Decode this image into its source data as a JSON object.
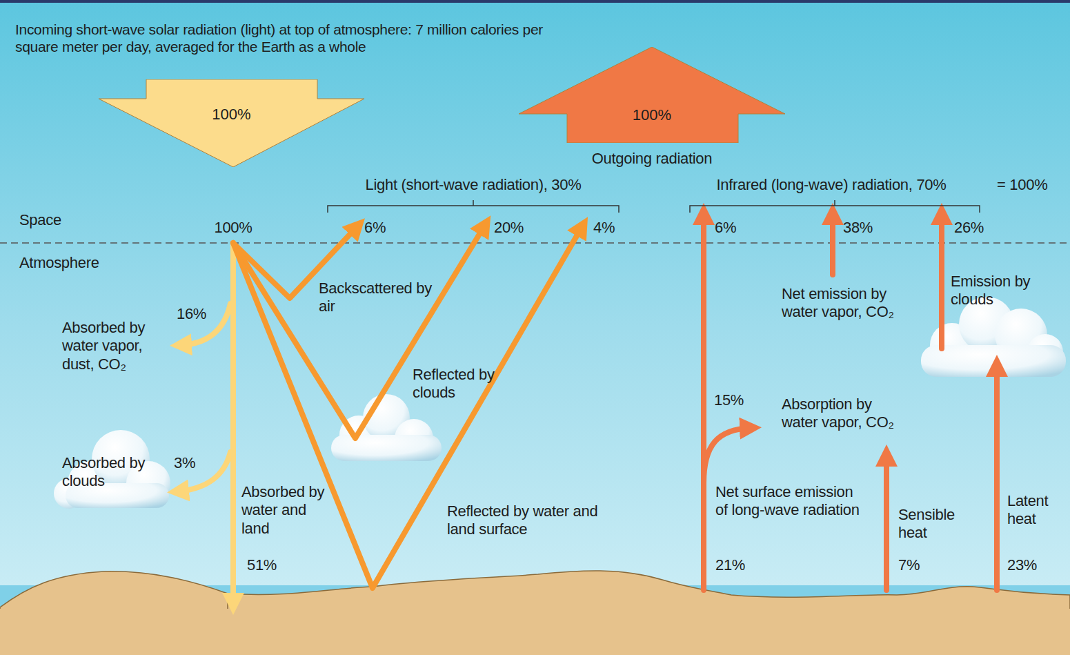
{
  "diagram": {
    "title": "Incoming short-wave solar radiation (light) at top of atmosphere: 7 million calories per square meter per day, averaged for the Earth as a whole",
    "nodes": [
      {
        "text": [
          "100%"
        ]
      },
      {
        "text": [
          "100%"
        ]
      }
    ],
    "labels": [
      "Outgoing radiation",
      "Light (short-wave radiation), 30%",
      "Infrared (long-wave) radiation, 70%",
      "= 100%",
      "Space",
      "Atmosphere",
      "100%",
      "6%",
      "20%",
      "4%",
      "6%",
      "38%",
      "26%",
      "Backscattered by air",
      "16%",
      "Absorbed by water vapor, dust, CO₂",
      "Net emission by water vapor, CO₂",
      "Emission by clouds",
      "Reflected by clouds",
      "15%",
      "Absorption by water vapor, CO₂",
      "Absorbed by clouds",
      "3%",
      "Absorbed by water and land",
      "51%",
      "Reflected by water and land surface",
      "Net surface emission of long-wave radiation",
      "21%",
      "Sensible heat",
      "7%",
      "Latent heat",
      "23%"
    ]
  }
}
